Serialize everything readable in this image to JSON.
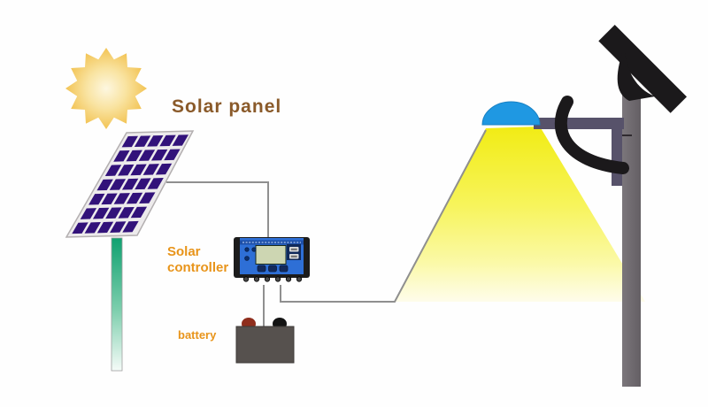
{
  "scene": {
    "background": "#fefefe",
    "labels": {
      "solar_panel": "Solar panel",
      "solar_controller": "Solar controller",
      "battery": "battery"
    },
    "colors": {
      "label_brown": "#8a5a2a",
      "label_orange": "#e8941a",
      "sun_center": "#fdf7e0",
      "sun_mid": "#f9e3a0",
      "sun_edge": "#f1bd45",
      "panel_face": "#edebec",
      "panel_frame": "#b3afb0",
      "panel_cell": "#32127a",
      "mast_green_top": "#0fa170",
      "mast_green_mid": "#7fcfae",
      "mast_green_bottom": "#f5fbf8",
      "wire_gray": "#8f8f8f",
      "controller_blue": "#2e6fd6",
      "controller_bezel": "#1c1c1c",
      "lcd_green": "#cdd6b2",
      "battery_gray": "#56514e",
      "terminal_red": "#8f2e1d",
      "terminal_black": "#141414",
      "beam_top": "#f1ec15",
      "beam_mid": "#f7f45c",
      "beam_pale": "#fbf9a8",
      "beam_bottom": "#fefce8",
      "lamp_blue": "#1f98e2",
      "pole_gray_light": "#7b767b",
      "pole_gray_dark": "#645f64",
      "arm_slate": "#57526a",
      "bracket_black": "#1b191b"
    }
  }
}
